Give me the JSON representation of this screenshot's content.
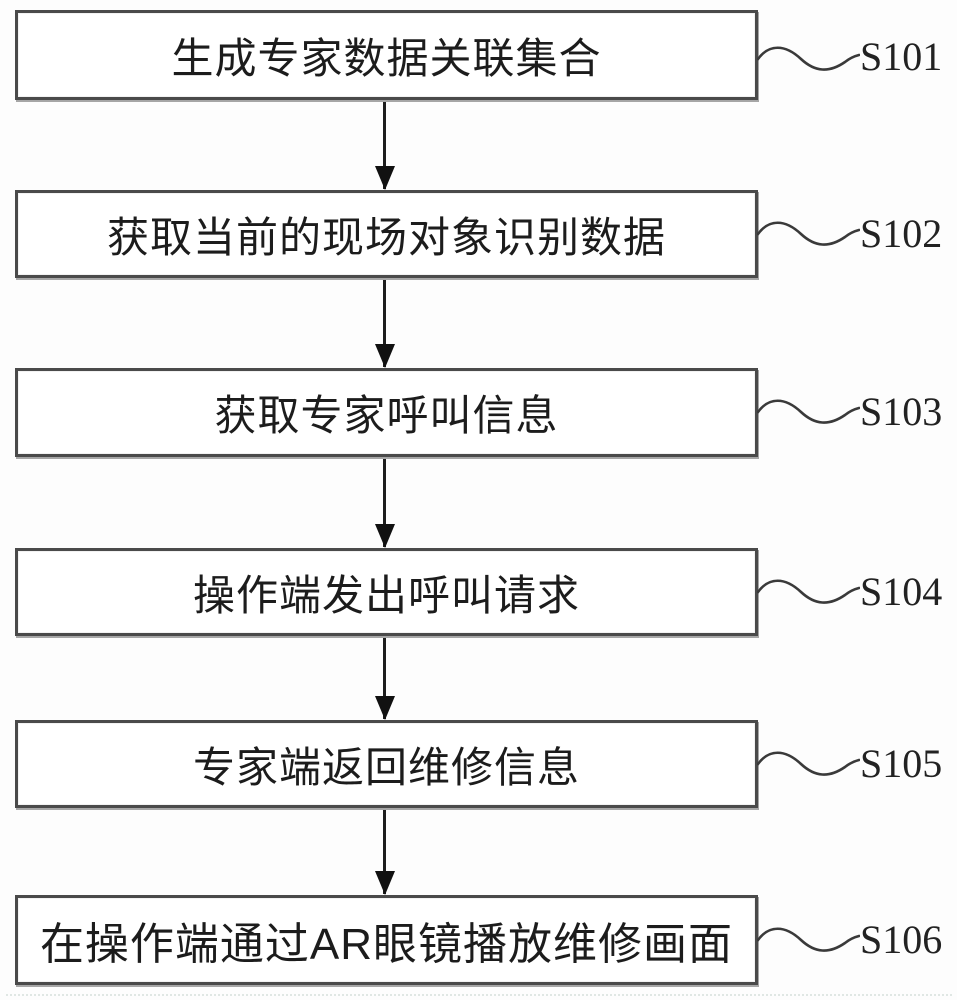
{
  "figure": {
    "type": "flowchart",
    "direction": "top-down"
  },
  "colors": {
    "background": "#fdfdfd",
    "box_fill": "#ffffff",
    "box_border": "#4a4a4a",
    "text": "#1c1c1c",
    "connector": "#1e1e1e"
  },
  "steps": [
    {
      "label": "S101",
      "text": "生成专家数据关联集合"
    },
    {
      "label": "S102",
      "text": "获取当前的现场对象识别数据"
    },
    {
      "label": "S103",
      "text": "获取专家呼叫信息"
    },
    {
      "label": "S104",
      "text": "操作端发出呼叫请求"
    },
    {
      "label": "S105",
      "text": "专家端返回维修信息"
    },
    {
      "label": "S106",
      "text": "在操作端通过AR眼镜播放维修画面"
    }
  ]
}
